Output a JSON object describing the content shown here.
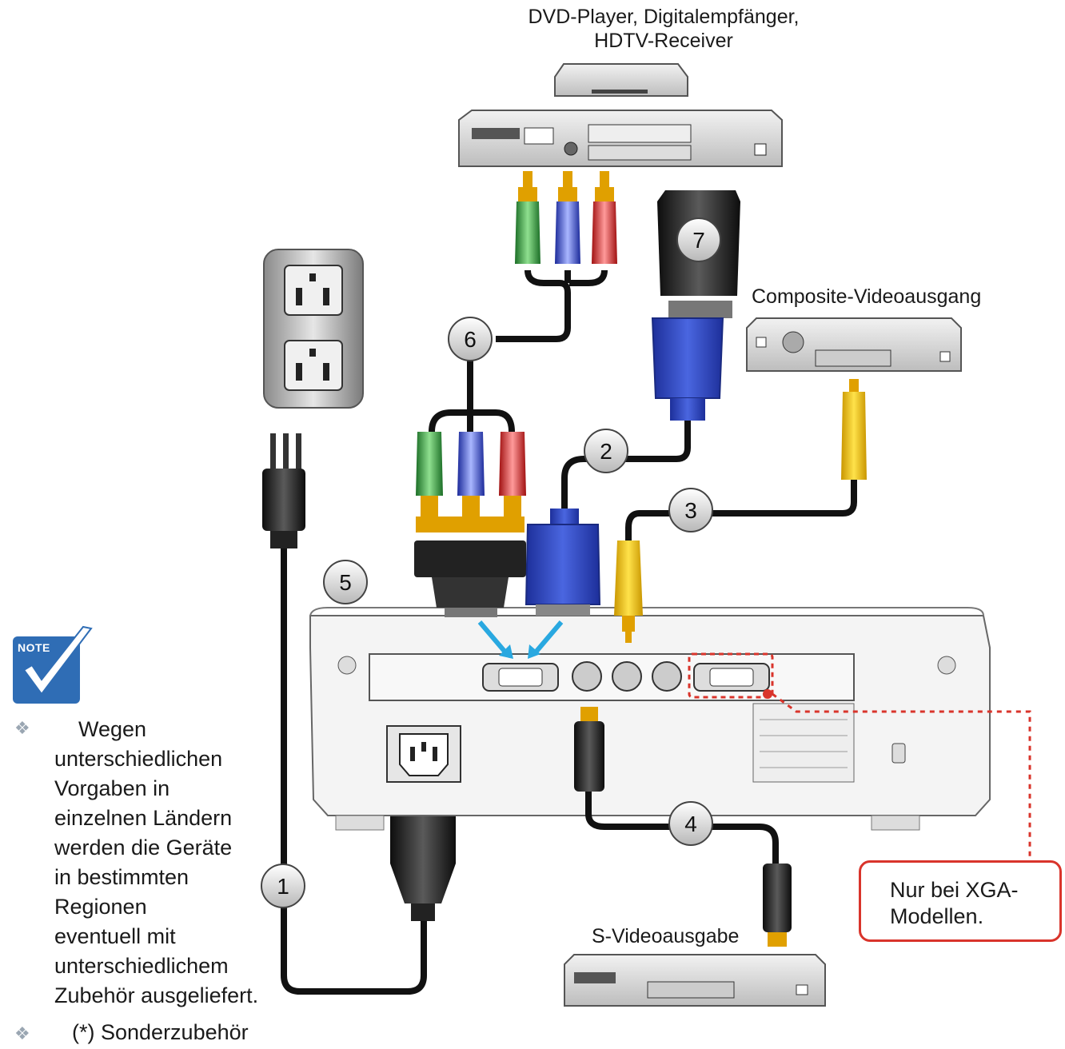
{
  "labels": {
    "dvd_line1": "DVD-Player, Digitalempfänger,",
    "dvd_line2": "HDTV-Receiver",
    "composite": "Composite-Videoausgang",
    "svideo": "S-Videoausgabe"
  },
  "callout": {
    "line1": "Nur bei XGA-",
    "line2": "Modellen."
  },
  "cable_numbers": [
    "1",
    "2",
    "3",
    "4",
    "5",
    "6",
    "7"
  ],
  "note": {
    "badge": "NOTE",
    "line1": "Wegen",
    "line2": "unterschiedlichen",
    "line3": "Vorgaben in",
    "line4": "einzelnen Ländern",
    "line5": "werden die Geräte",
    "line6": "in bestimmten",
    "line7": "Regionen",
    "line8": "eventuell mit",
    "line9": "unterschiedlichem",
    "line10": "Zubehör ausgeliefert.",
    "accessory": "(*) Sonderzubehör"
  },
  "colors": {
    "cable": "#111111",
    "rca_green": "#2e9e3a",
    "rca_blue": "#2a3fc4",
    "rca_red": "#e02020",
    "rca_yellow": "#f2c200",
    "vga_blue": "#2b46c8",
    "highlight_red": "#d9342b",
    "arrow_cyan": "#29a8e0",
    "note_blue": "#2f6db5"
  }
}
